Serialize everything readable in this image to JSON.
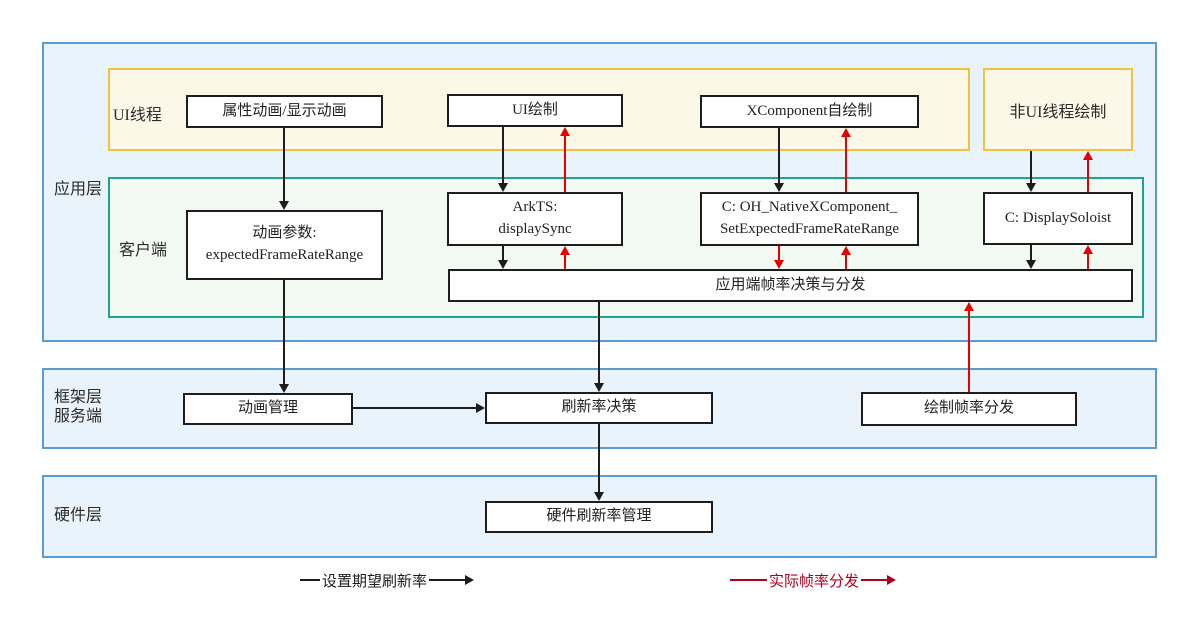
{
  "colors": {
    "layer_border": "#5b9bd5",
    "layer_fill": "#e9f3fb",
    "yellow_border": "#f0c142",
    "yellow_fill": "#fcf8e7",
    "green_border": "#1fa588",
    "green_fill": "#f2f8f2",
    "node_border": "#1d1d1d",
    "arrow_black": "#1d1d1d",
    "arrow_red": "#e60000",
    "legend_red": "#b00021"
  },
  "layers": {
    "app": {
      "label": "应用层"
    },
    "framework": {
      "label_line1": "框架层",
      "label_line2": "服务端"
    },
    "hardware": {
      "label": "硬件层"
    }
  },
  "groups": {
    "ui_thread": {
      "label": "UI线程"
    },
    "non_ui_thread": {
      "label": "非UI线程绘制"
    },
    "client": {
      "label": "客户端"
    }
  },
  "nodes": {
    "property_animation": {
      "label": "属性动画/显示动画"
    },
    "ui_draw": {
      "label": "UI绘制"
    },
    "xcomponent_draw": {
      "label": "XComponent自绘制"
    },
    "animation_params": {
      "line1": "动画参数:",
      "line2": "expectedFrameRateRange"
    },
    "arkts_display_sync": {
      "line1": "ArkTS:",
      "line2": "displaySync"
    },
    "native_xcomponent": {
      "line1": "C: OH_NativeXComponent_",
      "line2": "SetExpectedFrameRateRange"
    },
    "display_soloist": {
      "label": "C: DisplaySoloist"
    },
    "app_frame_decision": {
      "label": "应用端帧率决策与分发"
    },
    "animation_mgmt": {
      "label": "动画管理"
    },
    "refresh_rate_decision": {
      "label": "刷新率决策"
    },
    "draw_frame_dispatch": {
      "label": "绘制帧率分发"
    },
    "hw_refresh_mgmt": {
      "label": "硬件刷新率管理"
    }
  },
  "legend": {
    "set_expected": {
      "label": "设置期望刷新率"
    },
    "actual_dispatch": {
      "label": "实际帧率分发"
    }
  }
}
